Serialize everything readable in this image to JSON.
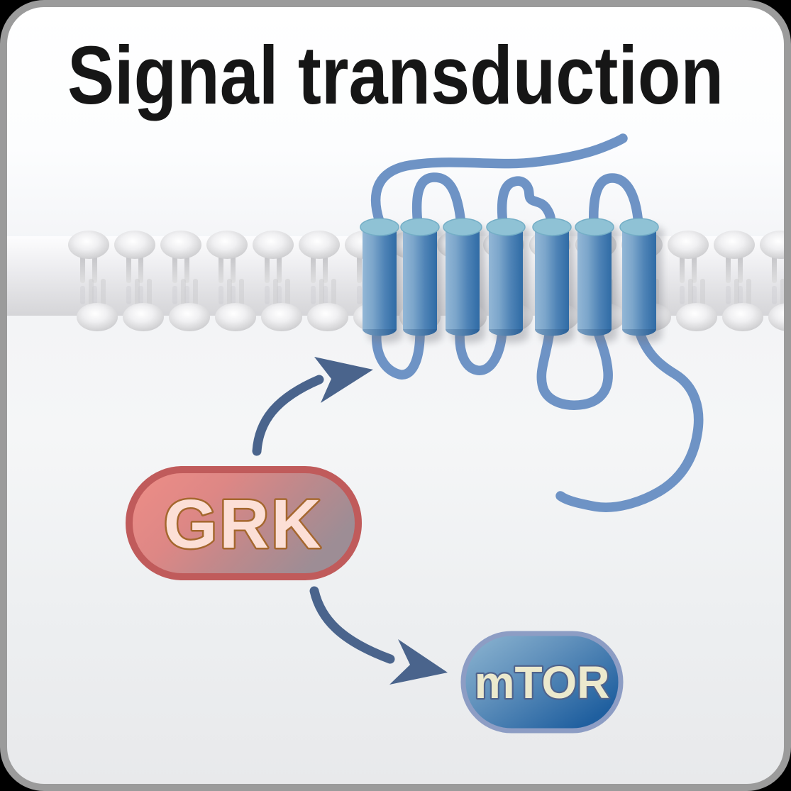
{
  "title": "Signal transduction",
  "labels": {
    "grk": "GRK",
    "mtor": "mTOR"
  },
  "diagram": {
    "description_elements": {
      "membrane": "lipid-bilayer",
      "receptor": "seven-transmembrane-gpcr",
      "arrow_1": "grk-to-receptor",
      "arrow_2": "grk-to-mtor"
    },
    "receptor_helix_count": 7
  },
  "colors": {
    "outer_background": "#000000",
    "card_border": "#9b9b9b",
    "card_top": "#ffffff",
    "card_bottom": "#e8e9eb",
    "membrane_band_light": "#fdfdfe",
    "membrane_band_dark": "#d5d5d8",
    "lipid_head": "#e9e9eb",
    "helix_light": "#93b7d6",
    "helix_dark": "#2f6ba5",
    "helix_cap": "#8fc2d5",
    "loop_blue": "#6e93c5",
    "arrow_blue": "#4a648c",
    "grk_fill_light": "#ef8e87",
    "grk_fill_dark": "#9d8d95",
    "grk_border": "#c05b5b",
    "grk_text": "#fcdfd6",
    "grk_text_outline": "#a5672e",
    "mtor_fill_light": "#8fb7d2",
    "mtor_fill_dark": "#1f5f9f",
    "mtor_border": "#8d9dc4",
    "mtor_text": "#ece9cd",
    "mtor_text_outline": "#50648c",
    "title_color": "#161616"
  }
}
